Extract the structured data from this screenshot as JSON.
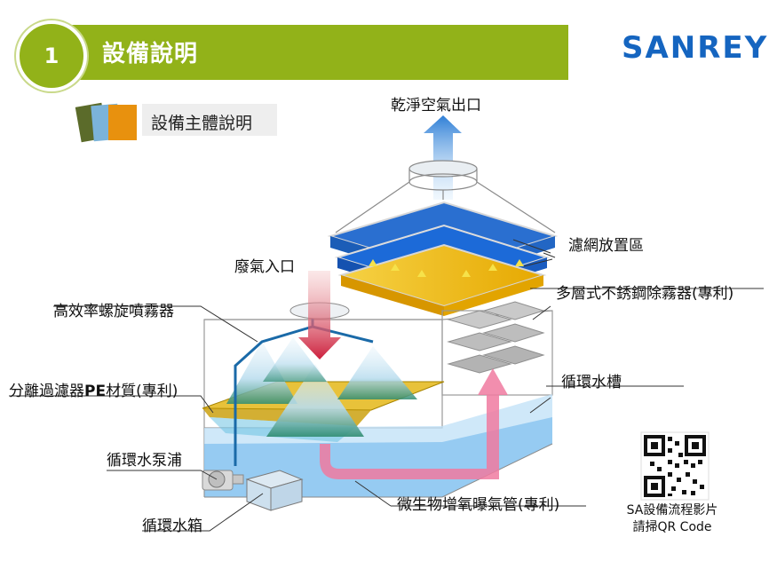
{
  "header": {
    "section_number": "1",
    "section_title": "設備說明",
    "brand": "SANREY",
    "subtitle": "設備主體說明"
  },
  "labels": {
    "clean_air_outlet": "乾淨空氣出口",
    "waste_gas_inlet": "廢氣入口",
    "filter_area": "濾網放置區",
    "demister": "多層式不銹鋼除霧器(專利)",
    "spiral_nozzle": "高效率螺旋噴霧器",
    "separation_filter": "分離過濾器PE材質(專利)",
    "circulation_tank": "循環水槽",
    "circulation_pump": "循環水泵浦",
    "aeration_pipe": "微生物增氧曝氣管(專利)",
    "water_box": "循環水箱"
  },
  "qr": {
    "caption_line1": "SA設備流程影片",
    "caption_line2": "請掃QR Code"
  },
  "colors": {
    "banner_green": "#92b219",
    "brand_blue": "#1565c0",
    "brand_green": "#2e7d32",
    "filter_blue": "#1e73d8",
    "filter_yellow": "#f5c400",
    "inlet_red": "#d62f47",
    "return_pink": "#f07aa0",
    "water_blue": "#9fd0f3"
  }
}
